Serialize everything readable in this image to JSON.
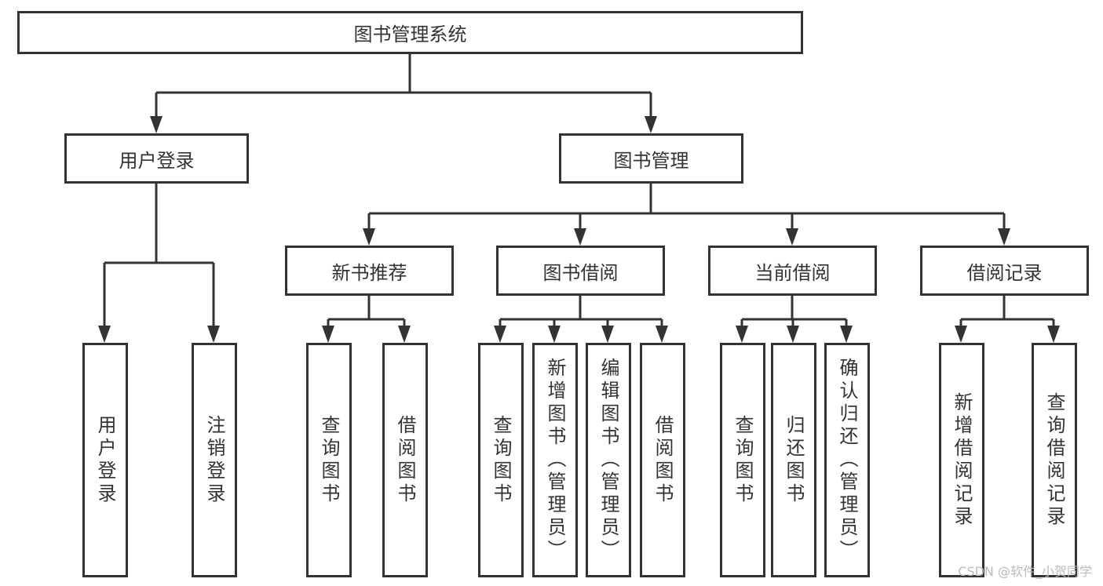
{
  "root": {
    "label": "图书管理系统",
    "children": [
      {
        "label": "用户登录",
        "children": [
          {
            "label": "用户登录"
          },
          {
            "label": "注销登录"
          }
        ]
      },
      {
        "label": "图书管理",
        "children": [
          {
            "label": "新书推荐",
            "children": [
              {
                "label": "查询图书"
              },
              {
                "label": "借阅图书"
              }
            ]
          },
          {
            "label": "图书借阅",
            "children": [
              {
                "label": "查询图书"
              },
              {
                "label": "新增图书（管理员）"
              },
              {
                "label": "编辑图书（管理员）"
              },
              {
                "label": "借阅图书"
              }
            ]
          },
          {
            "label": "当前借阅",
            "children": [
              {
                "label": "查询图书"
              },
              {
                "label": "归还图书"
              },
              {
                "label": "确认归还（管理员）"
              }
            ]
          },
          {
            "label": "借阅记录",
            "children": [
              {
                "label": "新增借阅记录"
              },
              {
                "label": "查询借阅记录"
              }
            ]
          }
        ]
      }
    ]
  },
  "watermark": "CSDN @软件_小贺同学",
  "colors": {
    "stroke": "#333333",
    "background": "#ffffff"
  }
}
